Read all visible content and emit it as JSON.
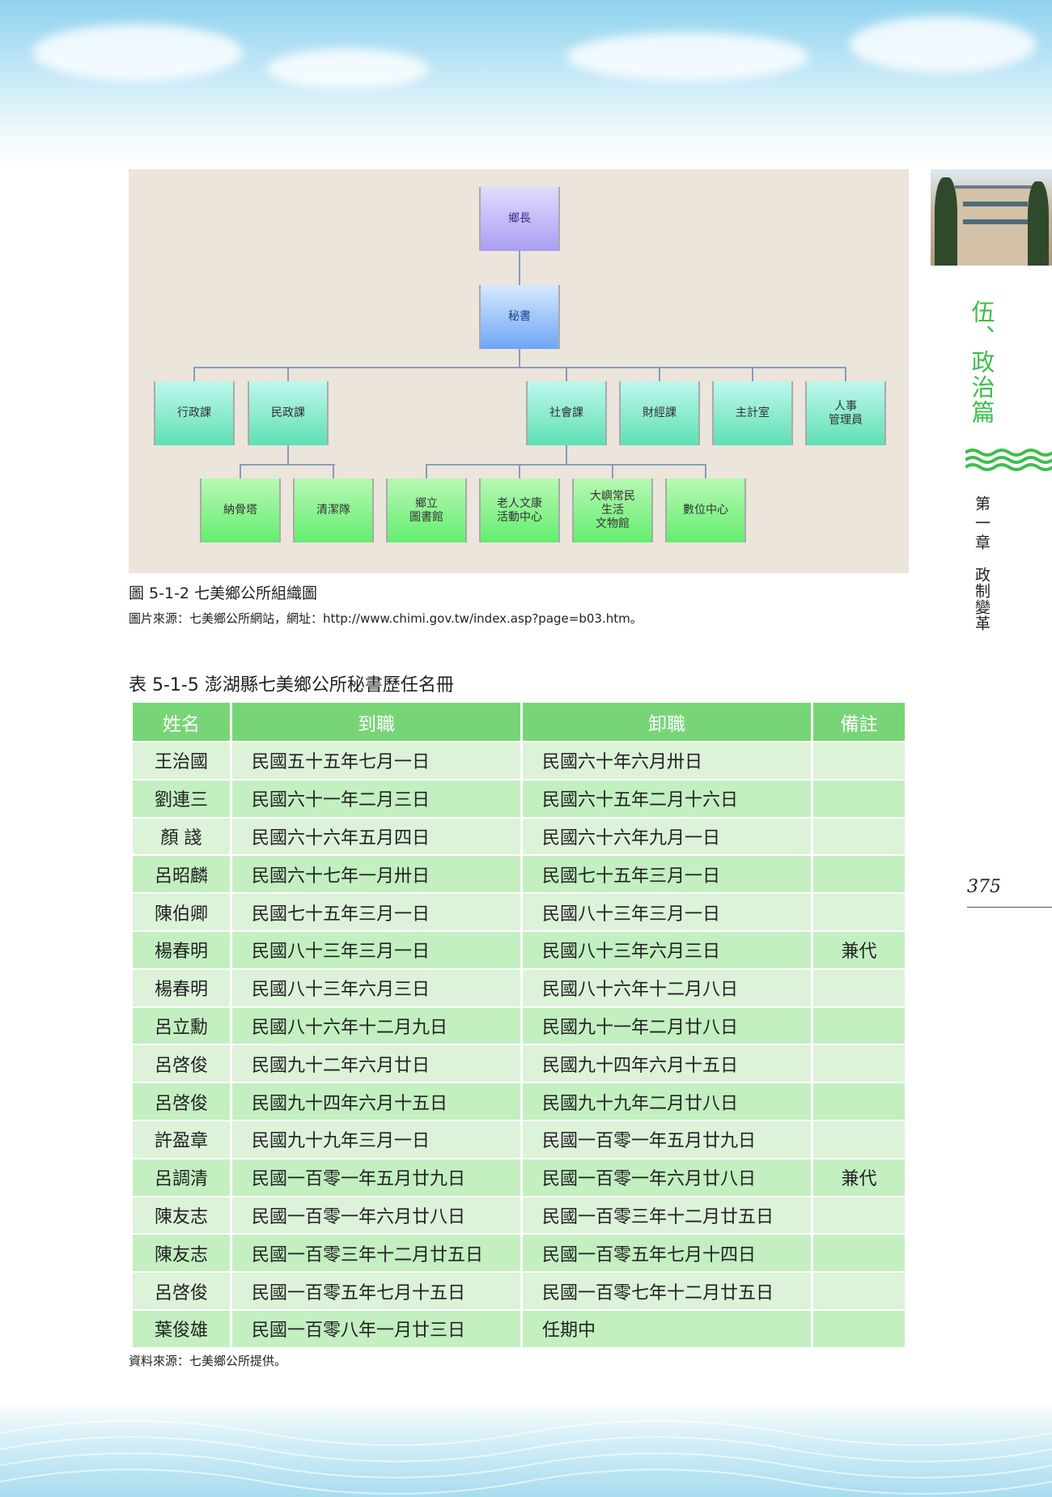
{
  "figure": {
    "nodes": {
      "mayor": "鄉長",
      "secretary": "秘書",
      "row1": [
        "行政課",
        "民政課",
        "社會課",
        "財經課",
        "主計室",
        "人事\n管理員"
      ],
      "row2": [
        "納骨塔",
        "清潔隊",
        "鄉立\n圖書館",
        "老人文康\n活動中心",
        "大嶼常民\n生活\n文物館",
        "數位中心"
      ]
    },
    "caption": "圖 5-1-2 七美鄉公所組織圖",
    "source": "圖片來源：七美鄉公所網站，網址：http://www.chimi.gov.tw/index.asp?page=b03.htm。"
  },
  "table": {
    "title": "表 5-1-5 澎湖縣七美鄉公所秘書歷任名冊",
    "headers": [
      "姓名",
      "到職",
      "卸職",
      "備註"
    ],
    "rows": [
      [
        "王治國",
        "民國五十五年七月一日",
        "民國六十年六月卅日",
        ""
      ],
      [
        "劉連三",
        "民國六十一年二月三日",
        "民國六十五年二月十六日",
        ""
      ],
      [
        "顏 諓",
        "民國六十六年五月四日",
        "民國六十六年九月一日",
        ""
      ],
      [
        "呂昭麟",
        "民國六十七年一月卅日",
        "民國七十五年三月一日",
        ""
      ],
      [
        "陳伯卿",
        "民國七十五年三月一日",
        "民國八十三年三月一日",
        ""
      ],
      [
        "楊春明",
        "民國八十三年三月一日",
        "民國八十三年六月三日",
        "兼代"
      ],
      [
        "楊春明",
        "民國八十三年六月三日",
        "民國八十六年十二月八日",
        ""
      ],
      [
        "呂立勳",
        "民國八十六年十二月九日",
        "民國九十一年二月廿八日",
        ""
      ],
      [
        "呂啓俊",
        "民國九十二年六月廿日",
        "民國九十四年六月十五日",
        ""
      ],
      [
        "呂啓俊",
        "民國九十四年六月十五日",
        "民國九十九年二月廿八日",
        ""
      ],
      [
        "許盈章",
        "民國九十九年三月一日",
        "民國一百零一年五月廿九日",
        ""
      ],
      [
        "呂調清",
        "民國一百零一年五月廿九日",
        "民國一百零一年六月廿八日",
        "兼代"
      ],
      [
        "陳友志",
        "民國一百零一年六月廿八日",
        "民國一百零三年十二月廿五日",
        ""
      ],
      [
        "陳友志",
        "民國一百零三年十二月廿五日",
        "民國一百零五年七月十四日",
        ""
      ],
      [
        "呂啓俊",
        "民國一百零五年七月十五日",
        "民國一百零七年十二月廿五日",
        ""
      ],
      [
        "葉俊雄",
        "民國一百零八年一月廿三日",
        "任期中",
        ""
      ]
    ],
    "source": "資料來源：七美鄉公所提供。"
  },
  "sidebar": {
    "part": "伍、政治篇",
    "chapter": "第一章",
    "chapter_title": "政制變革"
  },
  "page_number": "375",
  "colors": {
    "header_green": "#78d577",
    "accent_green": "#3cbf4a"
  }
}
